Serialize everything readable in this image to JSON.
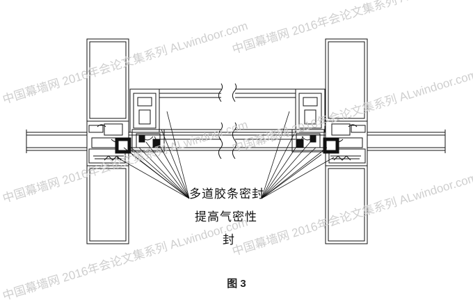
{
  "annotation": {
    "line1": "多道胶条密封",
    "line2": "提高气密性",
    "line3": "封"
  },
  "caption": "图 3",
  "watermark": "中国幕墙网 2016年会论文集系列 ALwindoor.com",
  "colors": {
    "line": "#111111",
    "watermark": "#c9c9c9",
    "background": "#ffffff"
  }
}
